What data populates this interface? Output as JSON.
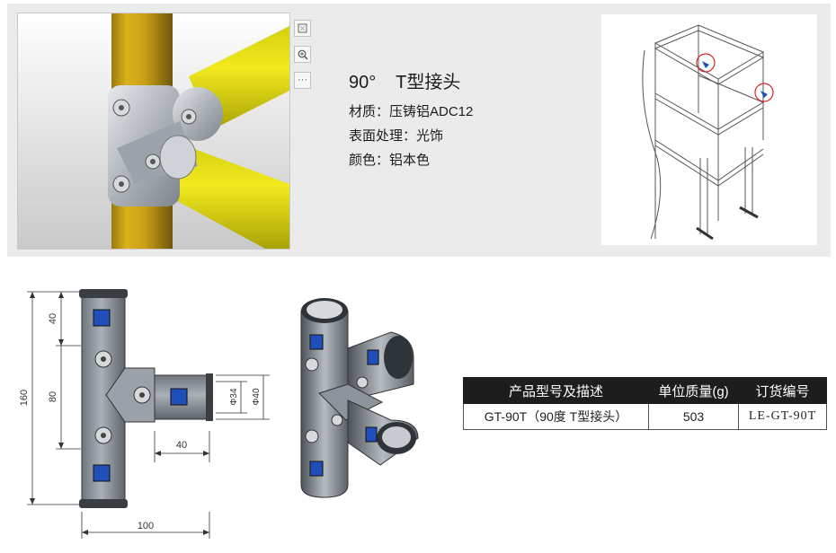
{
  "product": {
    "title": "90°    T型接头",
    "material": "材质：压铸铝ADC12",
    "finish": "表面处理：光饰",
    "color": "颜色：铝本色"
  },
  "toolbar": {
    "fit_icon": "fit-icon",
    "zoom_icon": "zoom-in-icon",
    "more_label": "···"
  },
  "drawing": {
    "dim_total_height": "160",
    "dim_top": "40",
    "dim_middle": "80",
    "dim_branch_length": "40",
    "dim_inner_dia": "Φ34",
    "dim_outer_dia": "Φ40",
    "dim_total_width": "100"
  },
  "table": {
    "headers": [
      "产品型号及描述",
      "单位质量(g)",
      "订货编号"
    ],
    "rows": [
      [
        "GT-90T（90度 T型接头）",
        "503",
        "LE-GT-90T"
      ]
    ]
  },
  "colors": {
    "pipe_yellow": "#e8d21a",
    "aluminium": "#b9bec4",
    "accent_blue": "#1f4fb8",
    "highlight_red": "#d9232d"
  }
}
